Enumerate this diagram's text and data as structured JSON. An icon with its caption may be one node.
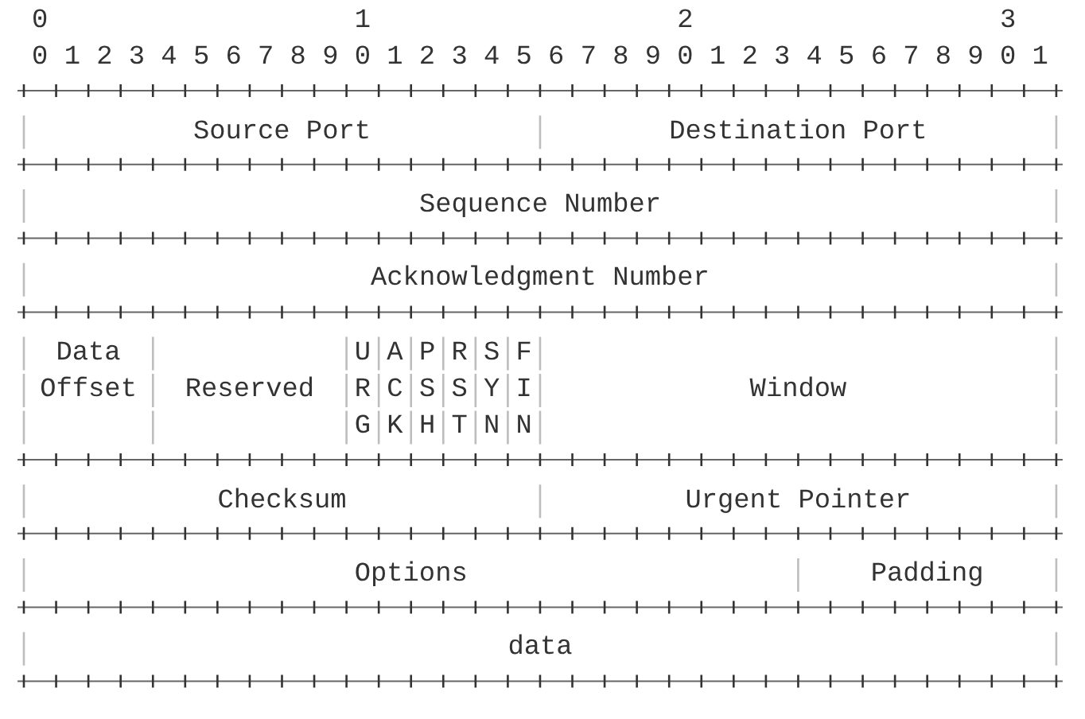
{
  "diagram": {
    "nodes": [
      {
        "text": [
          "Source Port"
        ]
      },
      {
        "text": [
          "Destination Port"
        ]
      },
      {
        "text": [
          "Sequence Number"
        ]
      },
      {
        "text": [
          "Acknowledgment Number"
        ]
      },
      {
        "text": [
          "Data Offset"
        ]
      },
      {
        "text": [
          "Reserved"
        ]
      },
      {
        "text": [
          "URG"
        ]
      },
      {
        "text": [
          "ACK"
        ]
      },
      {
        "text": [
          "PSH"
        ]
      },
      {
        "text": [
          "RST"
        ]
      },
      {
        "text": [
          "SYN"
        ]
      },
      {
        "text": [
          "FIN"
        ]
      },
      {
        "text": [
          "Window"
        ]
      },
      {
        "text": [
          "Checksum"
        ]
      },
      {
        "text": [
          "Urgent Pointer"
        ]
      },
      {
        "text": [
          "Options"
        ]
      },
      {
        "text": [
          "Padding"
        ]
      },
      {
        "text": [
          "data"
        ]
      }
    ],
    "labels": [
      "0",
      "1",
      "2",
      "3",
      "0",
      "1",
      "2",
      "3",
      "4",
      "5",
      "6",
      "7",
      "8",
      "9",
      "0",
      "1",
      "2",
      "3",
      "4",
      "5",
      "6",
      "7",
      "8",
      "9",
      "0",
      "1",
      "2",
      "3",
      "4",
      "5",
      "6",
      "7",
      "8",
      "9",
      "0",
      "1"
    ]
  }
}
